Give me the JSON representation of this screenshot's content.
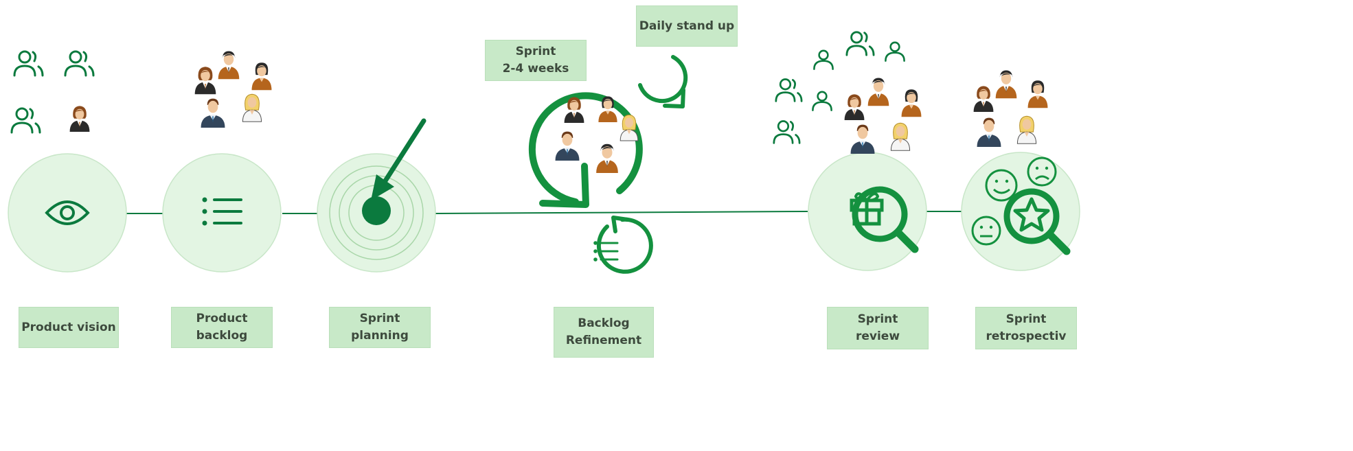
{
  "diagram": {
    "stages": [
      {
        "id": "vision",
        "label": "Product vision",
        "icon": "eye-icon"
      },
      {
        "id": "backlog",
        "label": "Product backlog",
        "icon": "list-icon"
      },
      {
        "id": "planning",
        "label": "Sprint\nplanning",
        "icon": "target-icon"
      },
      {
        "id": "refinement",
        "label": "Backlog\nRefinement",
        "icon": "cycle-list-icon"
      },
      {
        "id": "review",
        "label": "Sprint\nreview",
        "icon": "gift-search-icon"
      },
      {
        "id": "retro",
        "label": "Sprint\nretrospectiv",
        "icon": "feedback-search-icon"
      }
    ],
    "sprint_box": "Sprint\n2-4 weeks",
    "standup_box": "Daily stand up"
  },
  "colors": {
    "primary": "#0b7a3e",
    "circle_fill": "#e3f5e3",
    "circle_stroke": "#c8e6c8",
    "box_fill": "#c8e9c8",
    "person_skin": "#f0c8a0",
    "person_suit": "#b5651d",
    "person_dark": "#2a2a2a"
  }
}
